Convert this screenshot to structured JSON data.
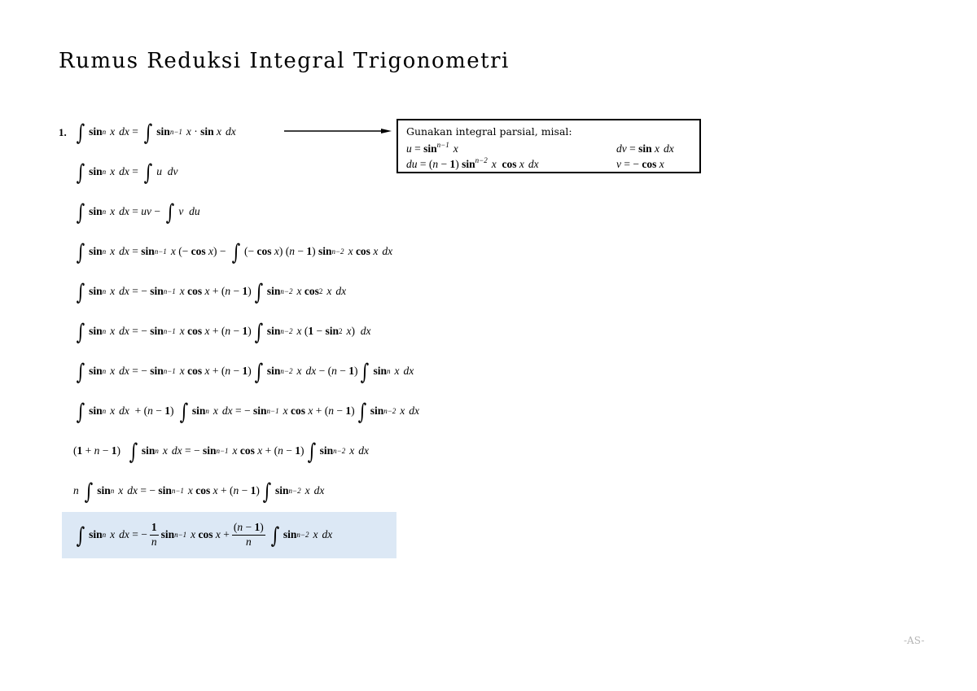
{
  "document": {
    "title": "Rumus Reduksi Integral Trigonometri",
    "item_number": "1.",
    "footer": "-AS-"
  },
  "hint": {
    "caption": "Gunakan integral parsial, misal:",
    "u": "u = sinⁿ⁻¹ x",
    "dv": "dv = sin x dx",
    "du": "du = (n − 1) sinⁿ⁻² x cos x dx",
    "v": "v = − cos x"
  },
  "derivation_steps": [
    "∫ sinⁿ x dx = ∫ sinⁿ⁻¹ x · sin x dx",
    "∫ sinⁿ x dx = ∫ u dv",
    "∫ sinⁿ x dx = uv − ∫ v du",
    "∫ sinⁿ x dx = sinⁿ⁻¹ x (− cos x) − ∫(− cos x) (n − 1) sinⁿ⁻² x cos x dx",
    "∫ sinⁿ x dx = − sinⁿ⁻¹ x cos x + (n − 1) ∫ sinⁿ⁻² x cos² x dx",
    "∫ sinⁿ x dx = − sinⁿ⁻¹ x cos x + (n − 1) ∫ sinⁿ⁻² x (1 − sin² x) dx",
    "∫ sinⁿ x dx = − sinⁿ⁻¹ x cos x + (n − 1) ∫ sinⁿ⁻² x dx − (n − 1) ∫ sinⁿ x dx",
    "∫ sinⁿ x dx + (n − 1) ∫ sinⁿ x dx = − sinⁿ⁻¹ x cos x + (n − 1) ∫ sinⁿ⁻² x dx",
    "(1 + n − 1) ∫ sinⁿ x dx = − sinⁿ⁻¹ x cos x + (n − 1) ∫ sinⁿ⁻² x dx",
    "n ∫ sinⁿ x dx = − sinⁿ⁻¹ x cos x + (n − 1) ∫ sinⁿ⁻² x dx",
    "∫ sinⁿ x dx = − 1/n sinⁿ⁻¹ x cos x + (n − 1)/n ∫ sinⁿ⁻² x dx"
  ],
  "colors": {
    "highlight": "#dce8f5",
    "footer": "#b5b5b5"
  }
}
